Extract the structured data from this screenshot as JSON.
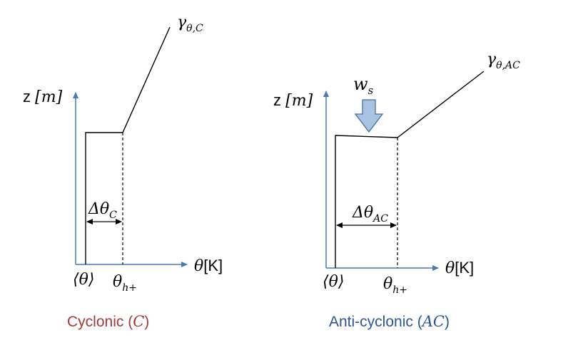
{
  "colors": {
    "axis": "#4a7ab5",
    "line": "#000000",
    "arrow_fill": "#a9c3e3",
    "arrow_stroke": "#4a6f9e",
    "cyclonic_caption": "#a23a3a",
    "anticyclonic_caption": "#2f5597"
  },
  "left_panel": {
    "y_axis_label_prefix": "z ",
    "y_axis_label_unit": "[m]",
    "x_axis_label_symbol": "θ",
    "x_axis_label_unit": "[K]",
    "mean_theta_label": "⟨θ⟩",
    "theta_h_label": "θ",
    "theta_h_subscript": "h+",
    "delta_label": "Δθ",
    "delta_subscript": "C",
    "gamma_label": "γ",
    "gamma_subscript": "θ,C",
    "caption_text": "Cyclonic (",
    "caption_symbol": "C",
    "caption_close": ")"
  },
  "right_panel": {
    "y_axis_label_prefix": "z ",
    "y_axis_label_unit": "[m]",
    "x_axis_label_symbol": "θ",
    "x_axis_label_unit": "[K]",
    "mean_theta_label": "⟨θ⟩",
    "theta_h_label": "θ",
    "theta_h_subscript": "h+",
    "delta_label": "Δθ",
    "delta_subscript": "AC",
    "gamma_label": "γ",
    "gamma_subscript": "θ,AC",
    "subsidence_label": "w",
    "subsidence_subscript": "s",
    "caption_text": "Anti-cyclonic (",
    "caption_symbol": "AC",
    "caption_close": ")"
  }
}
